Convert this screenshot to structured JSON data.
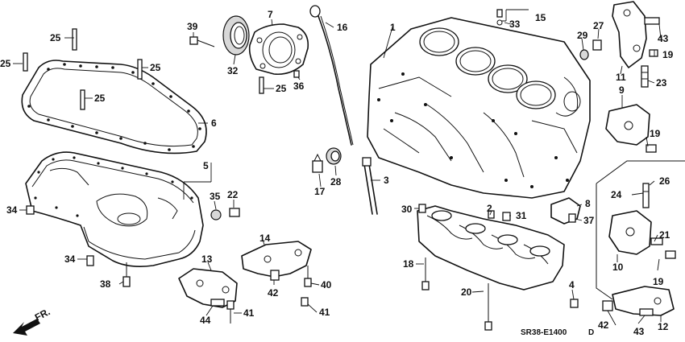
{
  "diagram_code": "SR38-E1400",
  "diagram_suffix": "D",
  "direction_label": "FR.",
  "labels": [
    "1",
    "2",
    "3",
    "4",
    "5",
    "6",
    "7",
    "8",
    "9",
    "10",
    "11",
    "12",
    "13",
    "14",
    "15",
    "16",
    "17",
    "18",
    "19",
    "19",
    "19",
    "20",
    "21",
    "22",
    "23",
    "24",
    "25",
    "25",
    "25",
    "25",
    "25",
    "26",
    "27",
    "28",
    "29",
    "30",
    "31",
    "32",
    "33",
    "34",
    "34",
    "35",
    "36",
    "37",
    "38",
    "39",
    "40",
    "41",
    "41",
    "42",
    "42",
    "43",
    "43",
    "44"
  ]
}
